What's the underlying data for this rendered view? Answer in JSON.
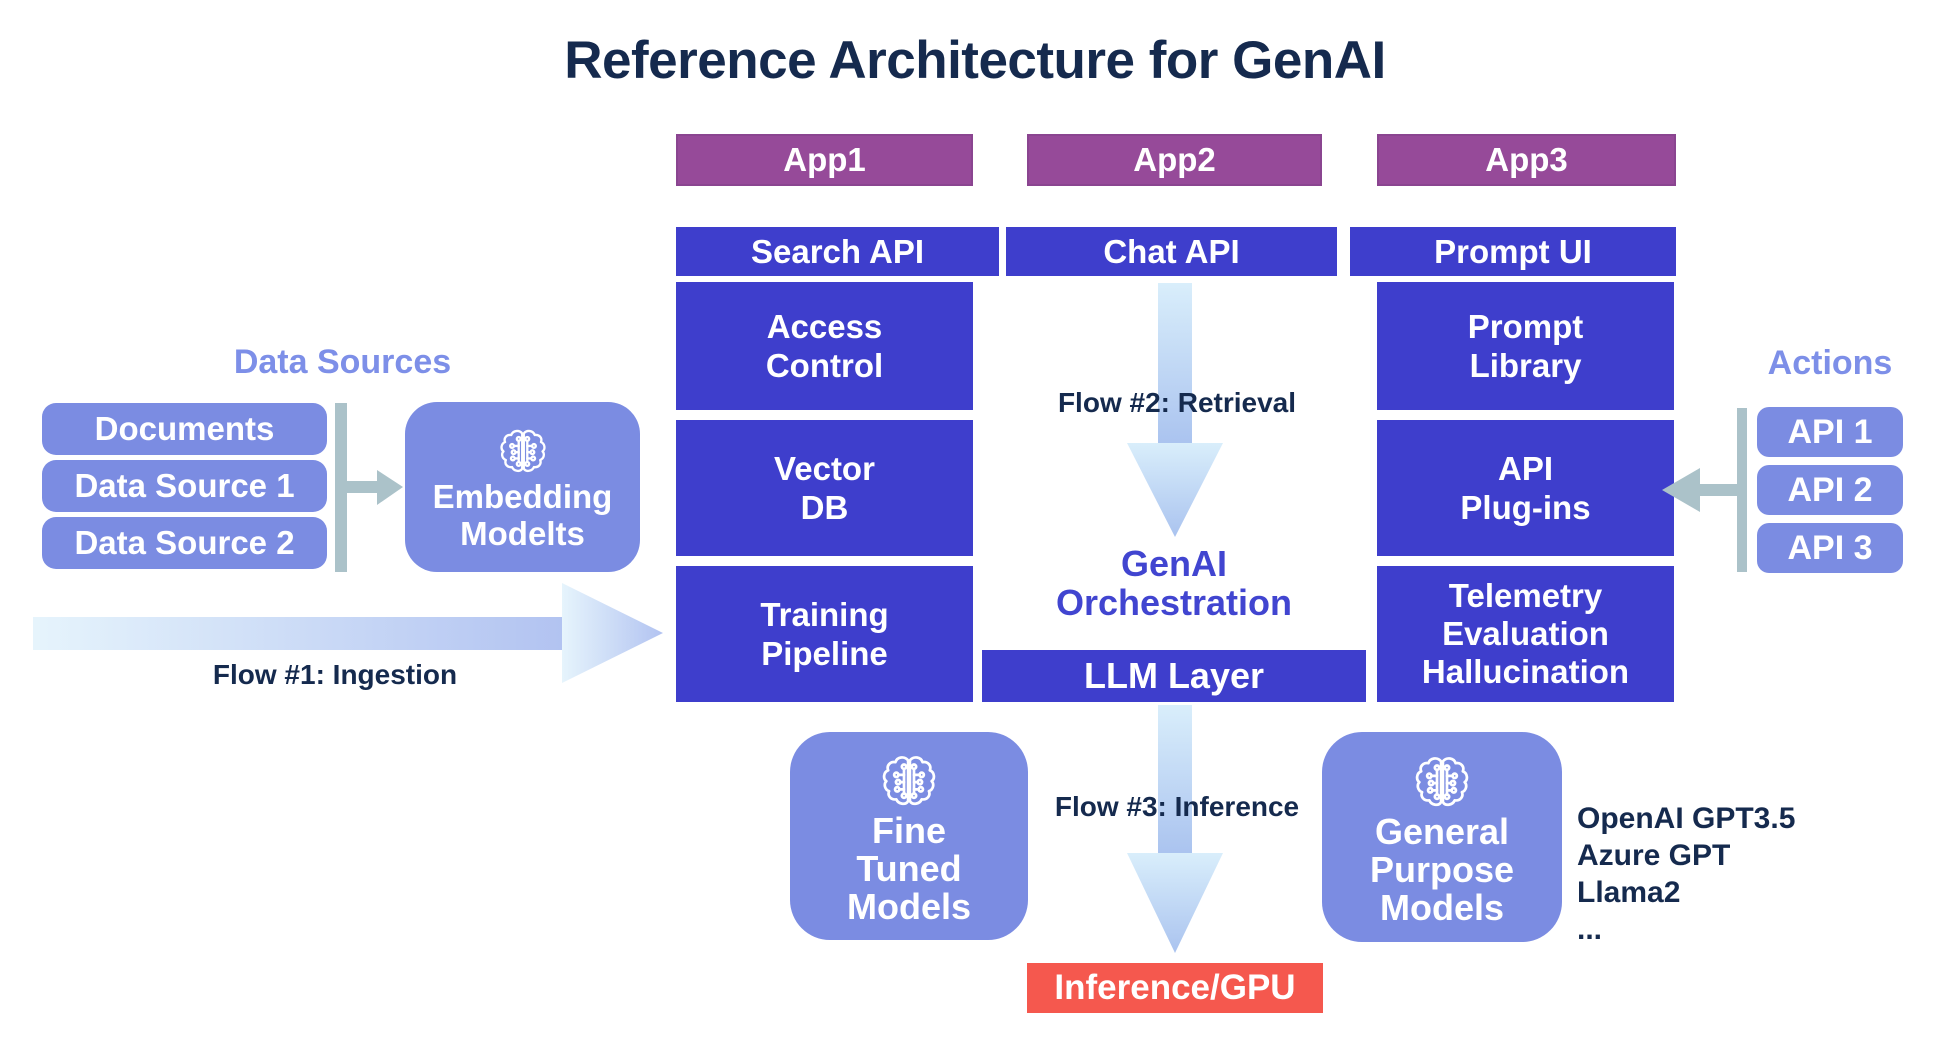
{
  "title": "Reference Architecture for GenAI",
  "apps": {
    "app1": "App1",
    "app2": "App2",
    "app3": "App3"
  },
  "api_row": {
    "search": "Search API",
    "chat": "Chat API",
    "prompt": "Prompt UI"
  },
  "left_column": {
    "box1": [
      "Access",
      "Control"
    ],
    "box2": [
      "Vector",
      "DB"
    ],
    "box3": [
      "Training",
      "Pipeline"
    ]
  },
  "right_column": {
    "box1": [
      "Prompt",
      "Library"
    ],
    "box2": [
      "API",
      "Plug-ins"
    ],
    "box3": [
      "Telemetry",
      "Evaluation",
      "Hallucination"
    ]
  },
  "middle": {
    "flow2_label": "Flow #2: Retrieval",
    "orchestration": [
      "GenAI",
      "Orchestration"
    ],
    "llm_layer": "LLM Layer",
    "flow3_label": "Flow #3: Inference",
    "inference_gpu": "Inference/GPU"
  },
  "data_sources": {
    "heading": "Data Sources",
    "items": [
      "Documents",
      "Data Source 1",
      "Data Source 2"
    ],
    "embedding": [
      "Embedding",
      "Modelts"
    ],
    "flow1_label": "Flow #1: Ingestion"
  },
  "actions": {
    "heading": "Actions",
    "items": [
      "API 1",
      "API 2",
      "API 3"
    ]
  },
  "models": {
    "fine_tuned": [
      "Fine",
      "Tuned",
      "Models"
    ],
    "general_purpose": [
      "General",
      "Purpose",
      "Models"
    ],
    "examples": [
      "OpenAI GPT3.5",
      "Azure GPT",
      "Llama2",
      "..."
    ]
  },
  "icons": {
    "brain": "brain-circuit-icon"
  },
  "colors": {
    "purple": "#964a99",
    "blue": "#3e3ecc",
    "periwinkle": "#7b8ce2",
    "label_blue": "#7d8fe8",
    "red": "#f5584e",
    "navy": "#152a4e",
    "indigo": "#4145d0",
    "gray_bar": "#abc2c9",
    "arrow_light": "#dceefb",
    "arrow_dark": "#aac3ef"
  }
}
